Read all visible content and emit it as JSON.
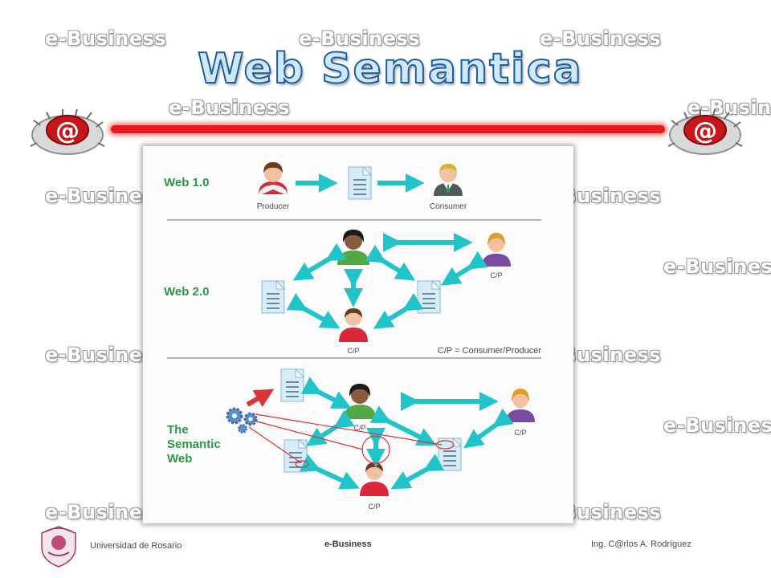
{
  "slide": {
    "title": "Web Semantica",
    "watermark": "e-Business"
  },
  "diagram": {
    "web1": {
      "label": "Web 1.0",
      "producer_label": "Producer",
      "consumer_label": "Consumer"
    },
    "web2": {
      "label": "Web 2.0",
      "cp_label_right": "C/P",
      "cp_label_bottom": "C/P",
      "legend": "C/P = Consumer/Producer"
    },
    "semantic": {
      "label_line1": "The",
      "label_line2": "Semantic",
      "label_line3": "Web",
      "cp_label_center": "C/P",
      "cp_label_right": "C/P",
      "cp_label_bottom": "C/P"
    }
  },
  "footer": {
    "left": "Universidad de Rosario",
    "middle": "e-Business",
    "right": "Ing. C@rlos A. Rodríguez"
  },
  "colors": {
    "arrow": "#21c4c9",
    "red_bar": "#e8191c",
    "title_outline": "#1c5f9e",
    "section_label": "#2a9a45",
    "annotation_red": "#d9343a"
  }
}
